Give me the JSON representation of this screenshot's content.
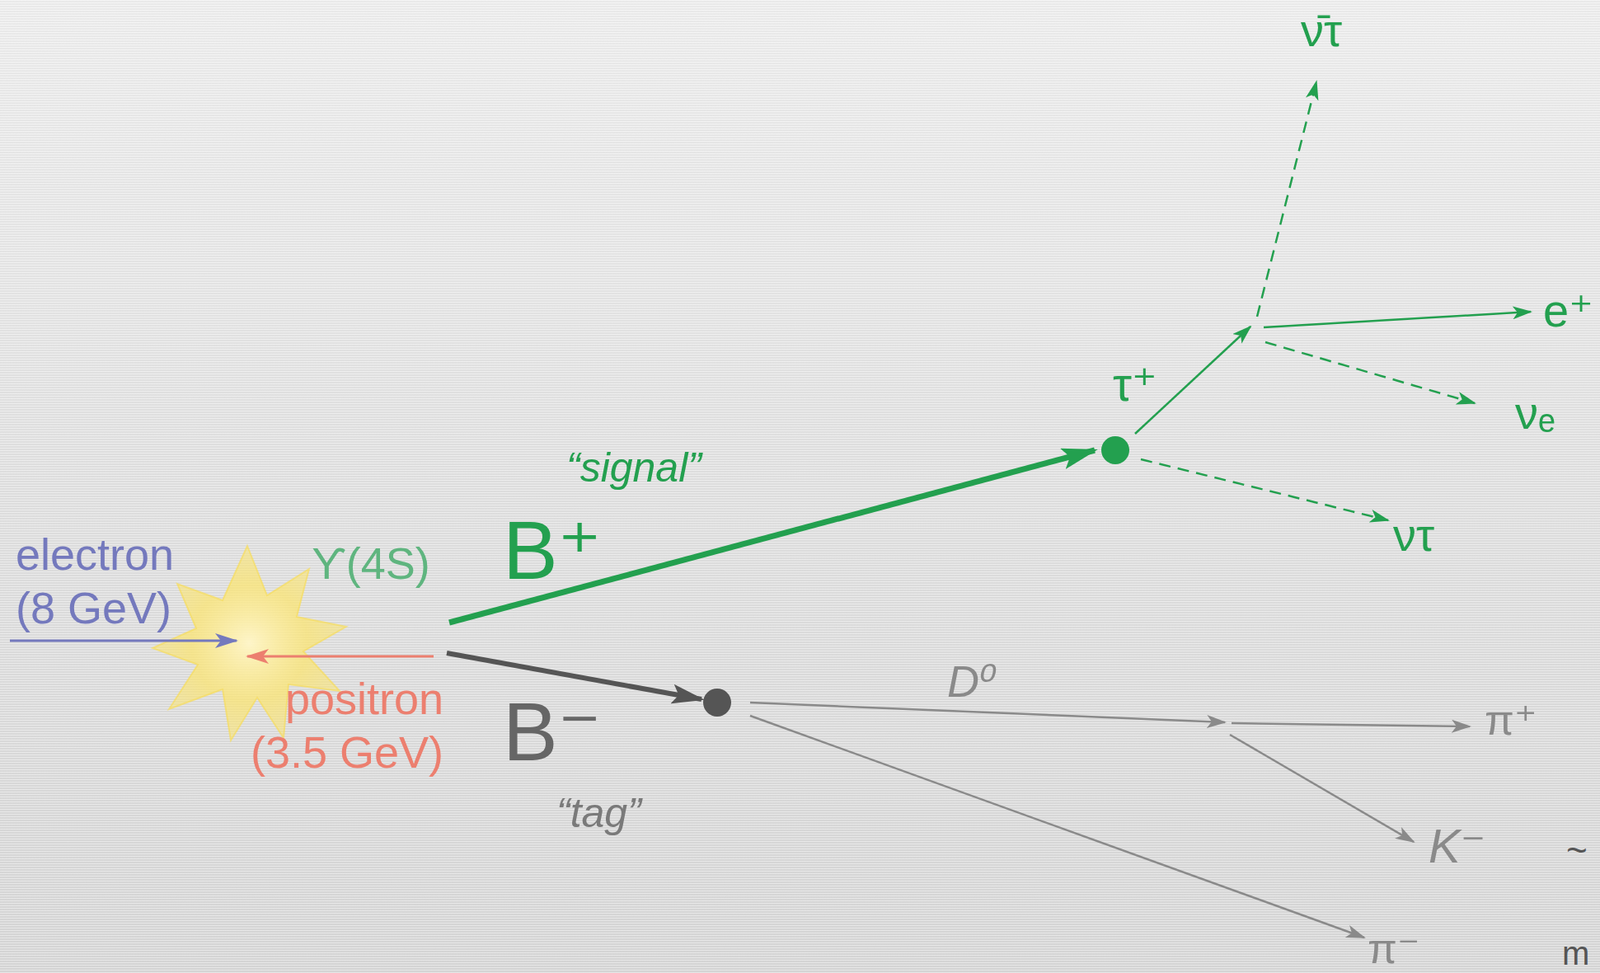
{
  "diagram": {
    "labels": [
      "ν̄τ",
      "e⁺",
      "τ⁺",
      "νₑ",
      "“signal”",
      "electron (8 GeV)",
      "ντ",
      "B⁺",
      "ϒ(4S)",
      "positron (3.5 GeV)",
      "D⁰",
      "π⁺",
      "B⁻",
      "“tag”",
      "K⁻",
      "~",
      "π⁻",
      "m"
    ]
  }
}
